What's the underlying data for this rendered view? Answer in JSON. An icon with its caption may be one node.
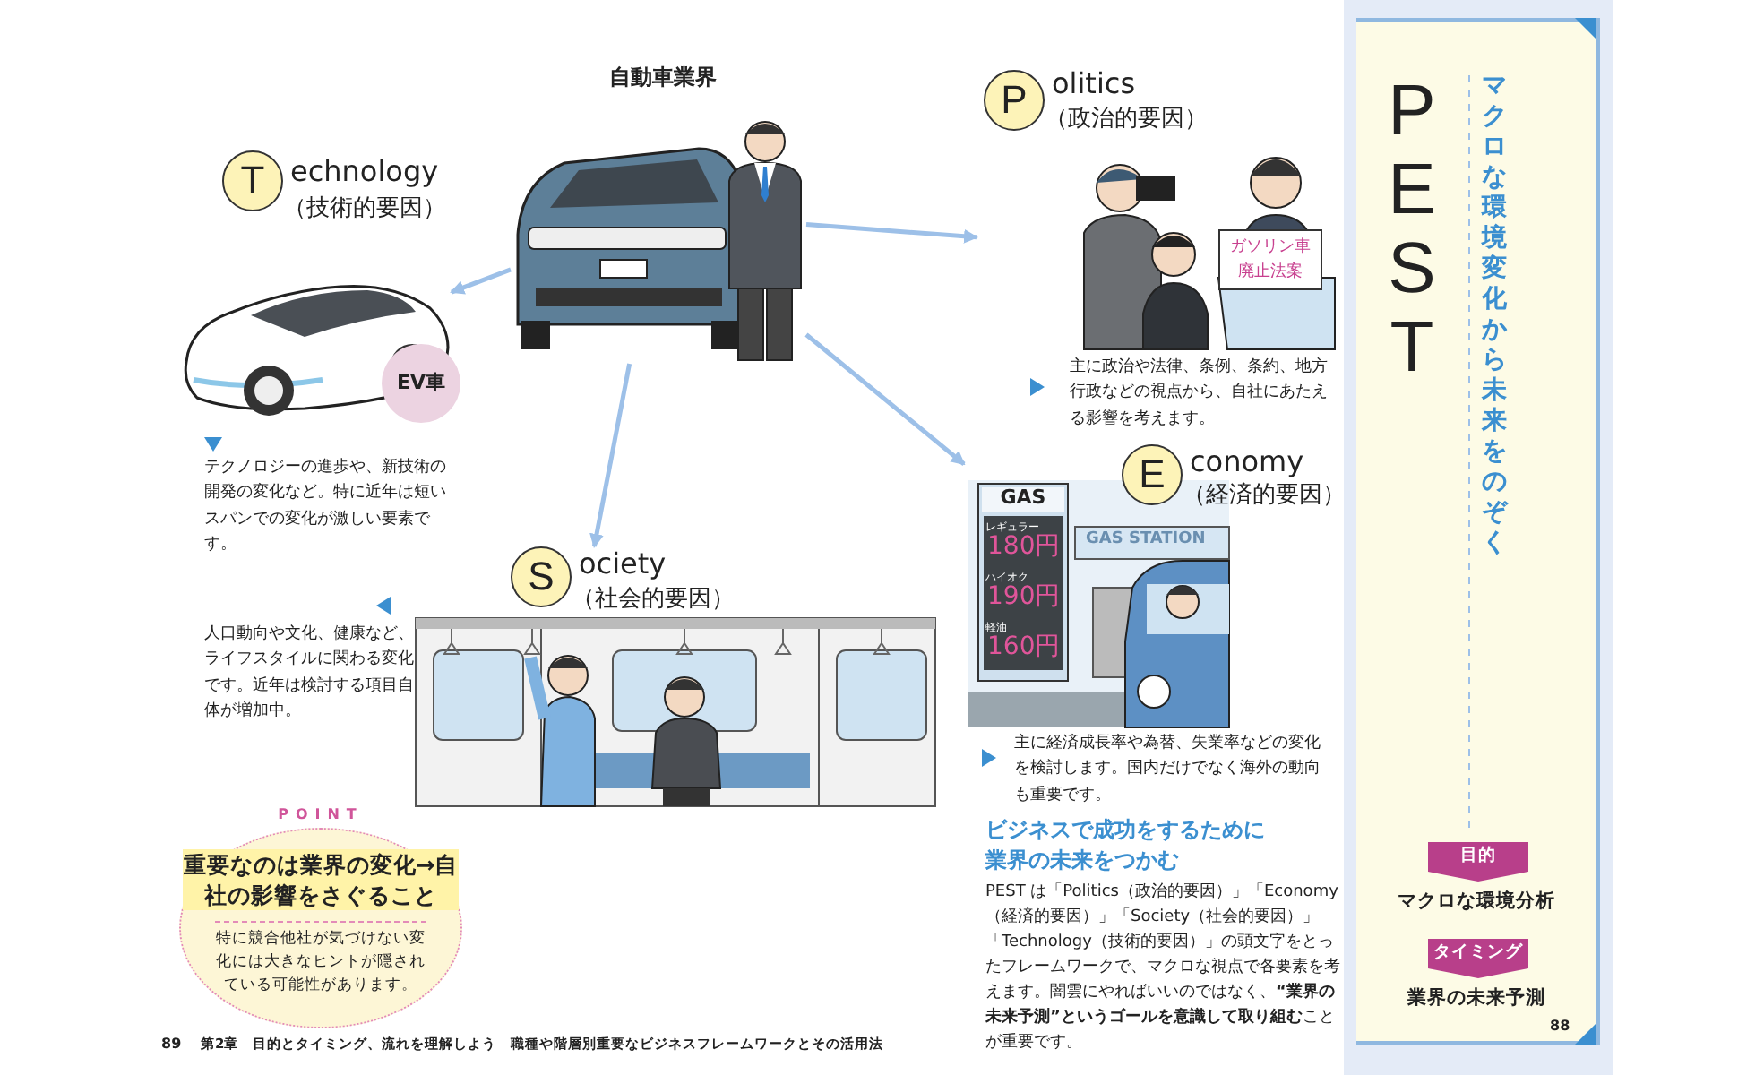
{
  "diagram": {
    "nodes": [
      {
        "text": [
          "自動車業界"
        ]
      },
      {
        "text": [
          "T",
          "echnology",
          "（技術的要因）",
          "テクノロジーの進歩や、新技術の開発の変化など。特に近年は短いスパンでの変化が激しい要素です。"
        ]
      },
      {
        "text": [
          "EV車"
        ],
        "in": 1
      },
      {
        "text": [
          "P",
          "olitics",
          "（政治的要因）",
          "主に政治や法律、条例、条約、地方行政などの視点から、自社にあたえる影響を考えます。"
        ]
      },
      {
        "text": [
          "ガソリン車廃止法案"
        ],
        "in": 3
      },
      {
        "text": [
          "S",
          "ociety",
          "（社会的要因）",
          "人口動向や文化、健康など、ライフスタイルに関わる変化です。近年は検討する項目自体が増加中。"
        ]
      },
      {
        "text": [
          "E",
          "conomy",
          "（経済的要因）",
          "主に経済成長率や為替、失業率などの変化を検討します。国内だけでなく海外の動向も重要です。"
        ]
      },
      {
        "text": [
          "POINT",
          "重要なのは業界の変化→自社の影響をさぐること",
          "特に競合他社が気づけない変化には大きなヒントが隠されている可能性があります。"
        ]
      },
      {
        "text": [
          "PEST",
          "マクロな環境変化から未来をのぞく",
          "マクロな環境分析",
          "業界の未来予測",
          "88"
        ]
      },
      {
        "text": [
          "目的"
        ],
        "in": 8
      },
      {
        "text": [
          "タイミング"
        ],
        "in": 8
      }
    ],
    "edges": [
      {
        "from": 0,
        "to": 1,
        "arrow": "to"
      },
      {
        "from": 0,
        "to": 3,
        "arrow": "to"
      },
      {
        "from": 0,
        "to": 5,
        "arrow": "to"
      },
      {
        "from": 0,
        "to": 6,
        "arrow": "to"
      }
    ],
    "labels": [
      "GAS",
      "レギュラー",
      "180円",
      "ハイオク",
      "190円",
      "軽油",
      "160円",
      "GAS STATION",
      "ビジネスで成功をするために業界の未来をつかむ",
      "PEST は「Politics（政治的要因）」「Economy（経済的要因）」「Society（社会的要因）」「Technology（技術的要因）」の頭文字をとったフレームワークで、マクロな視点で各要素を考えます。闇雲にやればいいのではなく、**“業界の未来予測”というゴールを意識して取り組む**ことが重要です。",
      "89",
      "第2章　目的とタイミング、流れを理解しよう　職種や階層別重要なビジネスフレームワークとその活用法"
    ]
  }
}
